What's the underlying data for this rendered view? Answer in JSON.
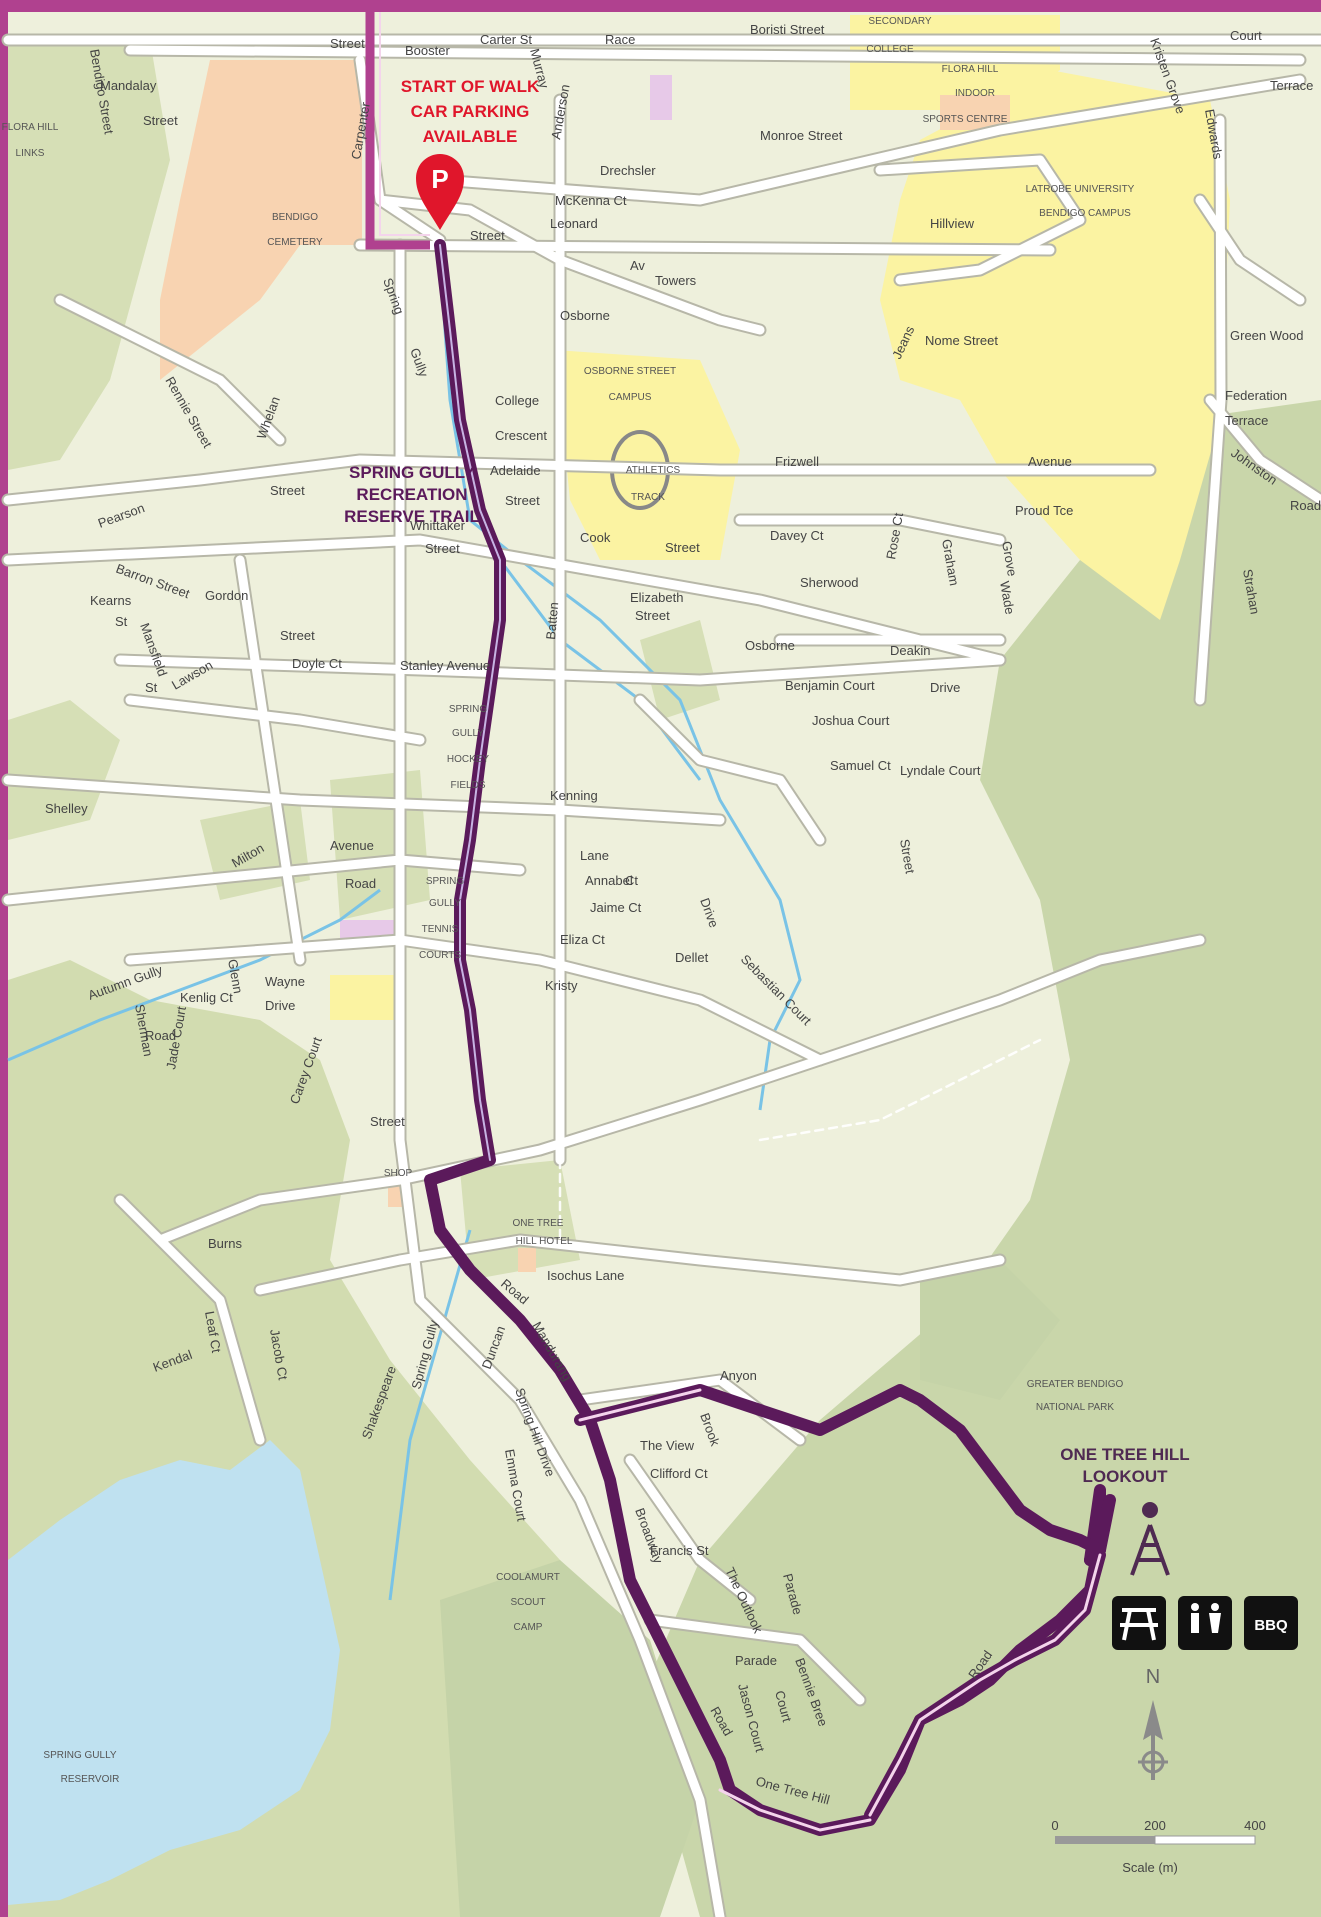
{
  "callouts": {
    "start_line1": "START OF WALK",
    "start_line2": "CAR PARKING",
    "start_line3": "AVAILABLE",
    "parking_letter": "P",
    "trail_line1": "SPRING GULLY",
    "trail_line2": "RECREATION",
    "trail_line3": "RESERVE TRAIL",
    "lookout_line1": "ONE TREE HILL",
    "lookout_line2": "LOOKOUT",
    "bbq": "BBQ"
  },
  "places": {
    "secondary_college_1": "SECONDARY",
    "secondary_college_2": "COLLEGE",
    "flora_hill_1": "FLORA HILL",
    "flora_hill_2": "INDOOR",
    "flora_hill_3": "SPORTS CENTRE",
    "latrobe_1": "LATROBE UNIVERSITY",
    "latrobe_2": "BENDIGO CAMPUS",
    "cemetery_1": "BENDIGO",
    "cemetery_2": "CEMETERY",
    "osborne_1": "OSBORNE STREET",
    "osborne_2": "CAMPUS",
    "athletics_1": "ATHLETICS",
    "athletics_2": "TRACK",
    "hockey_1": "SPRING",
    "hockey_2": "GULLY",
    "hockey_3": "HOCKEY",
    "hockey_4": "FIELDS",
    "tennis_1": "SPRING",
    "tennis_2": "GULLY",
    "tennis_3": "TENNIS",
    "tennis_4": "COURTS",
    "shop": "SHOP",
    "hotel_1": "ONE TREE",
    "hotel_2": "HILL HOTEL",
    "scout_1": "COOLAMURT",
    "scout_2": "SCOUT",
    "scout_3": "CAMP",
    "park_1": "GREATER BENDIGO",
    "park_2": "NATIONAL PARK",
    "reservoir_1": "SPRING GULLY",
    "reservoir_2": "RESERVOIR",
    "flora_hill_left_1": "FLORA HILL",
    "flora_hill_left_2": "LINKS"
  },
  "streets": {
    "s01": "Street",
    "s02": "Booster",
    "s03": "Carter St",
    "s04": "Murray",
    "s05": "Race",
    "s06": "Boristi Street",
    "s07": "Court",
    "s08": "Edwards",
    "s09": "Terrace",
    "s10": "Monroe Street",
    "s11": "Carpenter",
    "s12": "Anderson",
    "s13": "Drechsler",
    "s14": "McKenna Ct",
    "s15": "Leonard",
    "s16": "Street",
    "s17": "Av",
    "s18": "Towers",
    "s19": "Osborne",
    "s20": "Hillview",
    "s21": "Jeans",
    "s22": "Nome Street",
    "s23": "Federation",
    "s24": "Terrace",
    "s25": "Johnston",
    "s26": "Road",
    "s27": "Spring",
    "s28": "Gully",
    "s29": "College",
    "s30": "Crescent",
    "s31": "Adelaide",
    "s32": "Street",
    "s33": "Frizwell",
    "s34": "Avenue",
    "s35": "Cook",
    "s36": "Street",
    "s37": "Davey Ct",
    "s38": "Proud Tce",
    "s39": "Elizabeth",
    "s40": "Street",
    "s41": "Sherwood",
    "s42": "Osborne",
    "s43": "Deakin",
    "s44": "Drive",
    "s45": "Benjamin Court",
    "s46": "Joshua Court",
    "s47": "Samuel Ct",
    "s48": "Lyndale Court",
    "s49": "Batten",
    "s50": "Street",
    "s51": "Stanley Avenue",
    "s52": "Doyle Ct",
    "s53": "Lawson",
    "s54": "Street",
    "s55": "Shelley",
    "s56": "Avenue",
    "s57": "Milton",
    "s58": "Road",
    "s59": "Kenning",
    "s60": "Lane",
    "s61": "Annabel",
    "s62": "Ct",
    "s63": "Jaime Ct",
    "s64": "Drive",
    "s65": "Eliza Ct",
    "s66": "Kristy",
    "s67": "Dellet",
    "s68": "Sebastian Court",
    "s69": "Autumn Gully",
    "s70": "Road",
    "s71": "Wayne",
    "s72": "Drive",
    "s73": "Kenlig Ct",
    "s74": "Sherman",
    "s75": "Glenn",
    "s76": "Jade Court",
    "s77": "Carey Court",
    "s78": "Street",
    "s79": "Burns",
    "s80": "Leaf Ct",
    "s81": "Jacob Ct",
    "s82": "Kendal",
    "s83": "Road",
    "s84": "Isochus Lane",
    "s85": "Mandurang",
    "s86": "Spring Gully",
    "s87": "Spring Hill Drive",
    "s88": "Shakespeare",
    "s89": "Emma Court",
    "s90": "Duncan",
    "s91": "Anyon",
    "s92": "Brook",
    "s93": "The View",
    "s94": "Clifford Ct",
    "s95": "Broadway",
    "s96": "Francis St",
    "s97": "The Outlook",
    "s98": "Parade",
    "s99": "Parade",
    "s100": "Bennie Bree",
    "s101": "Jason Court",
    "s102": "Court",
    "s103": "Road",
    "s104": "One Tree Hill",
    "s105": "Road",
    "s106": "Kristen Grove",
    "s107": "Green Wood",
    "s108": "Wade",
    "s109": "Grove",
    "s110": "Graham",
    "s111": "Strahan",
    "s112": "Rose Ct",
    "s113": "Bendigo Street",
    "s114": "Rennie Street",
    "s115": "Barron Street",
    "s116": "Gordon",
    "s117": "Whittaker",
    "s118": "Street",
    "s119": "Pearson",
    "s120": "Street",
    "s121": "Kearns",
    "s122": "St",
    "s123": "Mansfield",
    "s124": "St",
    "s125": "Mandalay",
    "s126": "Street",
    "s127": "Whelan"
  },
  "scale": {
    "t0": "0",
    "t1": "200",
    "t2": "400",
    "label": "Scale (m)"
  },
  "north": "N",
  "colors": {
    "frame": "#b0418f",
    "land": "#eef0dc",
    "park": "#d6dfb6",
    "forest": "#c5d3a8",
    "road": "#ffffff",
    "road_edge": "#b7b7a8",
    "trail": "#5b1a5b",
    "water": "#bfe1f0",
    "creek": "#79c3e6",
    "campus": "#fbf3a2",
    "cemetery": "#f8d3b1",
    "start": "#e0162b",
    "lookout": "#4f2a52"
  }
}
